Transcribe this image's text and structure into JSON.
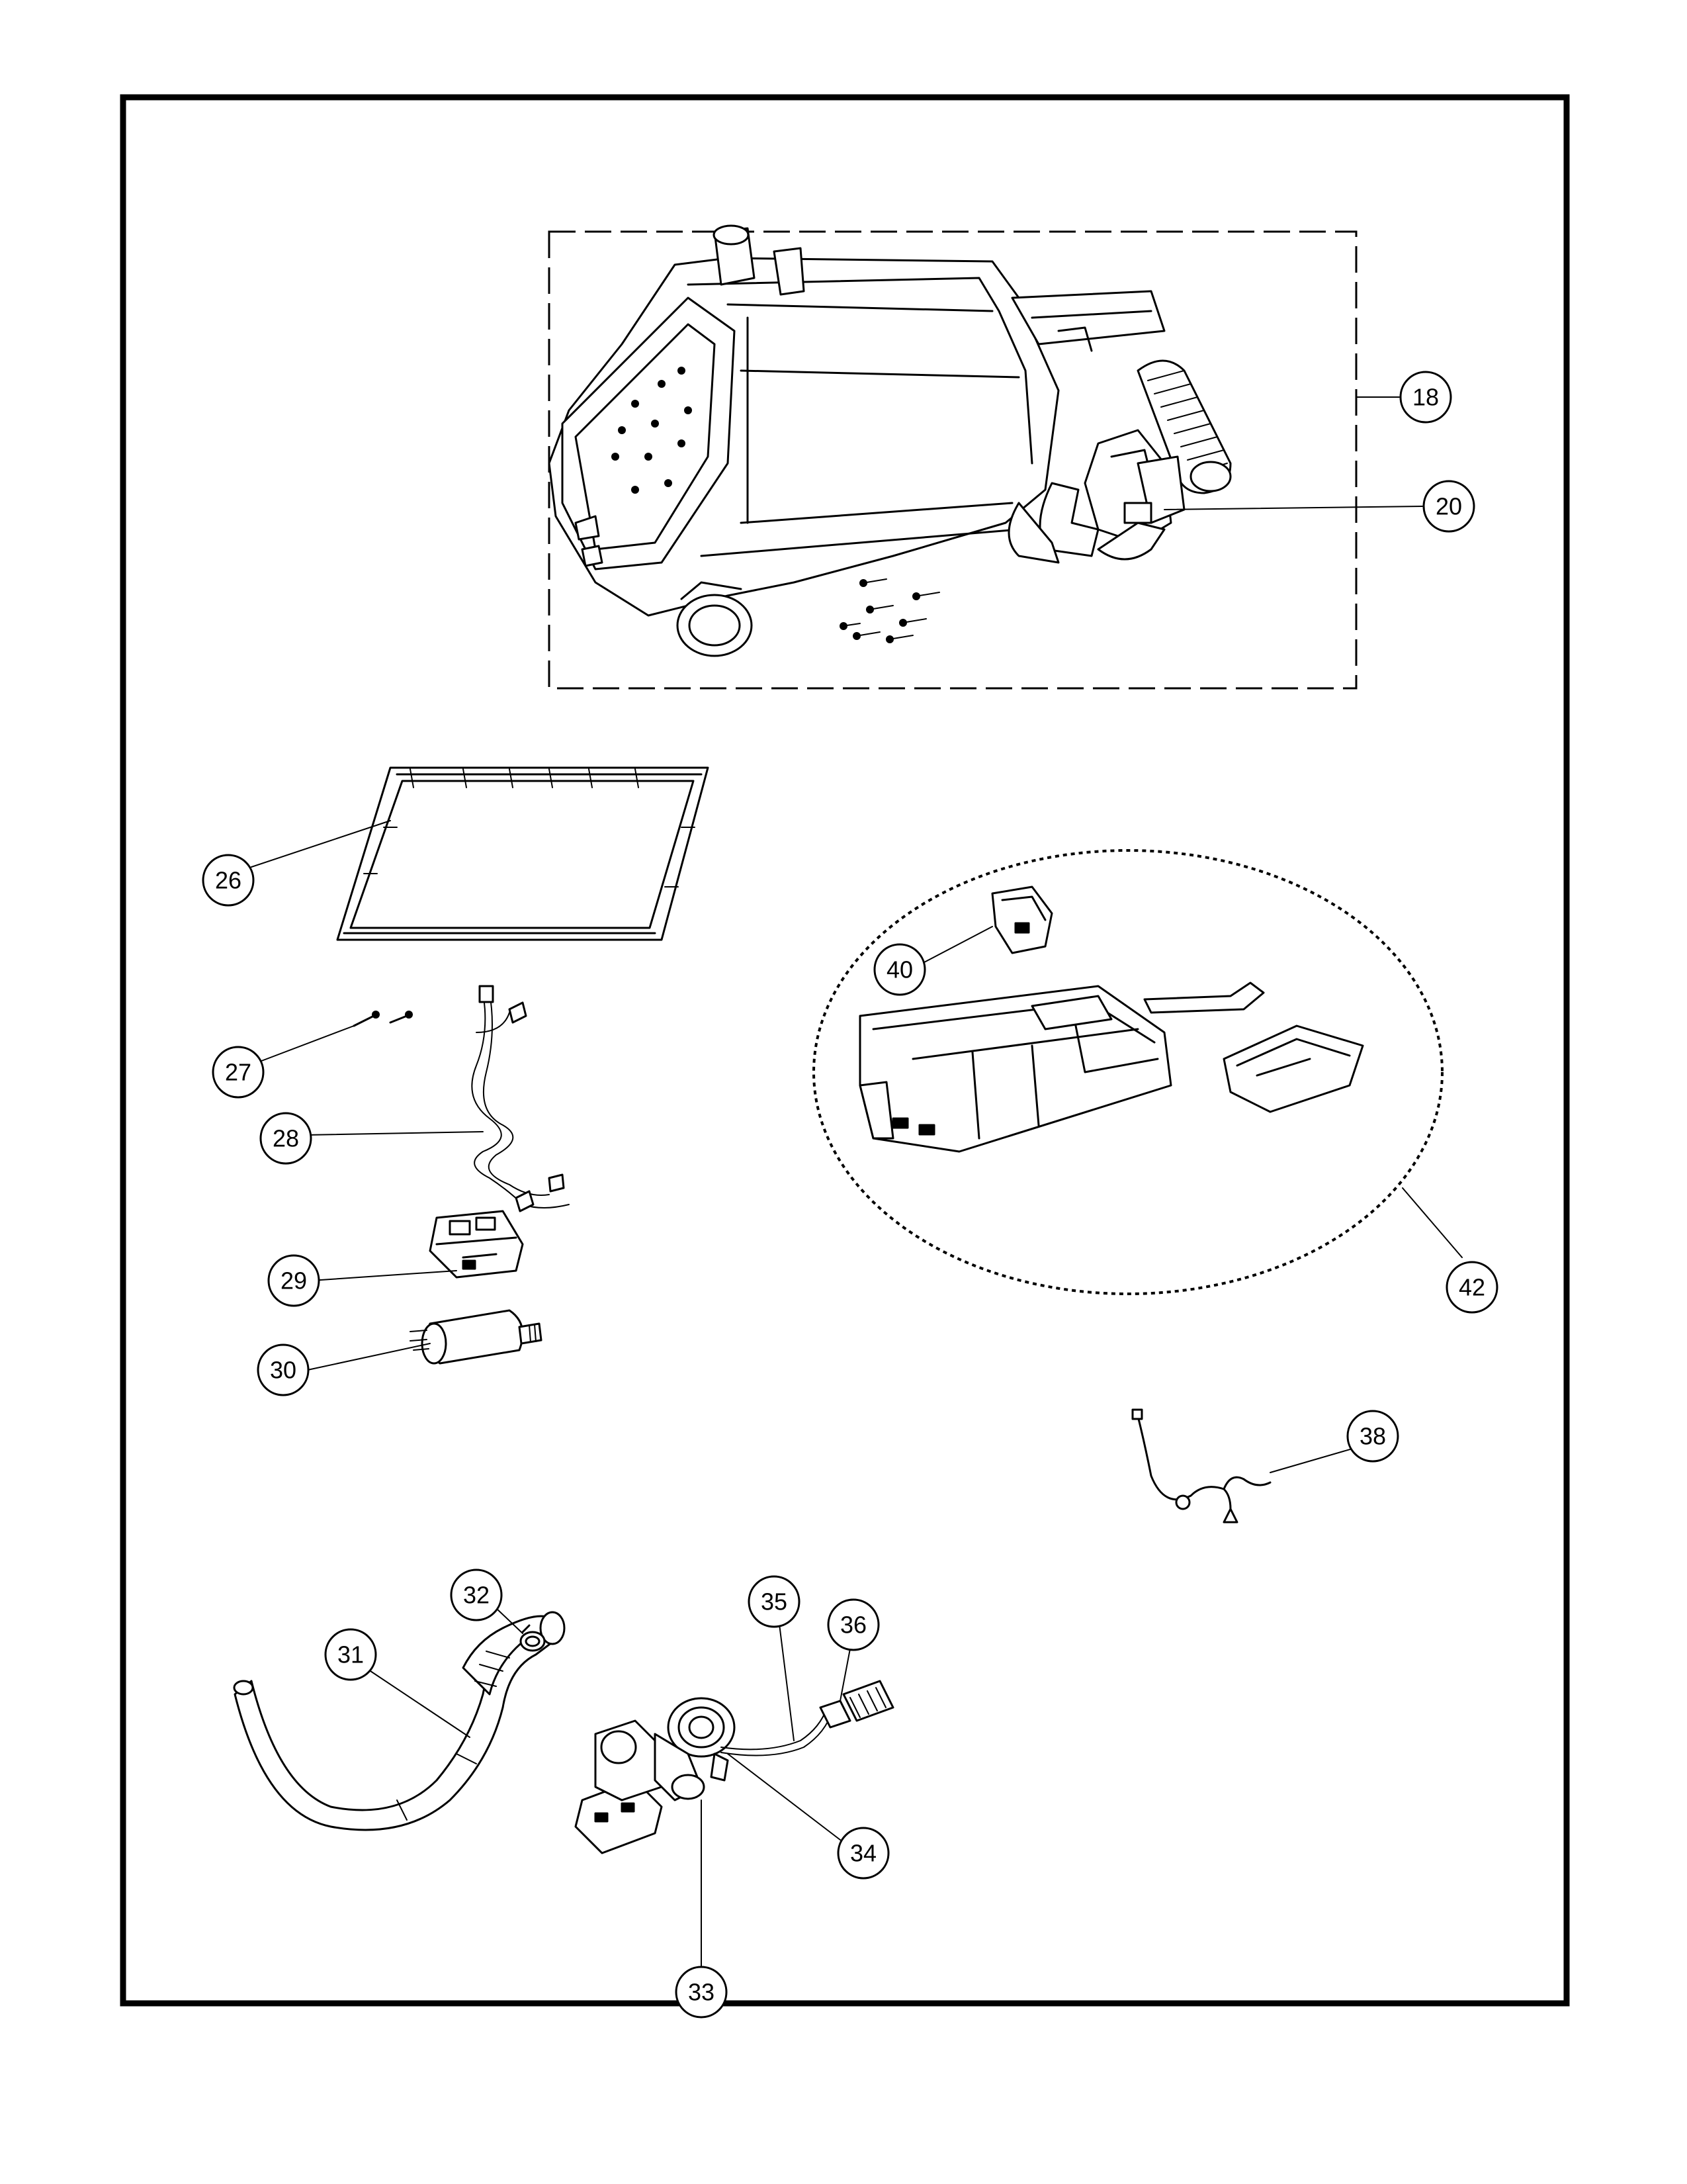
{
  "diagram": {
    "title": "",
    "callouts": [
      {
        "id": "18",
        "label": "18"
      },
      {
        "id": "20",
        "label": "20"
      },
      {
        "id": "26",
        "label": "26"
      },
      {
        "id": "27",
        "label": "27"
      },
      {
        "id": "28",
        "label": "28"
      },
      {
        "id": "29",
        "label": "29"
      },
      {
        "id": "30",
        "label": "30"
      },
      {
        "id": "31",
        "label": "31"
      },
      {
        "id": "32",
        "label": "32"
      },
      {
        "id": "33",
        "label": "33"
      },
      {
        "id": "34",
        "label": "34"
      },
      {
        "id": "35",
        "label": "35"
      },
      {
        "id": "36",
        "label": "36"
      },
      {
        "id": "38",
        "label": "38"
      },
      {
        "id": "40",
        "label": "40"
      },
      {
        "id": "42",
        "label": "42"
      }
    ]
  }
}
